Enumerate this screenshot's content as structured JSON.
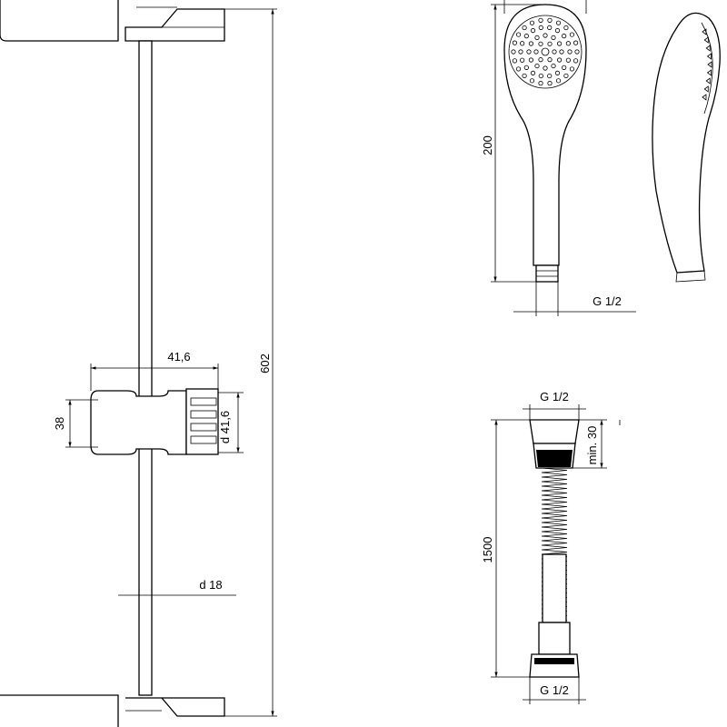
{
  "dimensions": {
    "rail_length": "602",
    "slider_width": "41,6",
    "slider_height": "38",
    "knob_diameter": "d 41,6",
    "rail_diameter": "d 18",
    "shower_length": "200",
    "shower_thread": "G 1/2",
    "hose_top_thread": "G 1/2",
    "hose_min_length": "min. 30",
    "hose_length": "1500",
    "hose_bottom_thread": "G 1/2"
  },
  "colors": {
    "line": "#000000",
    "background": "#ffffff"
  }
}
